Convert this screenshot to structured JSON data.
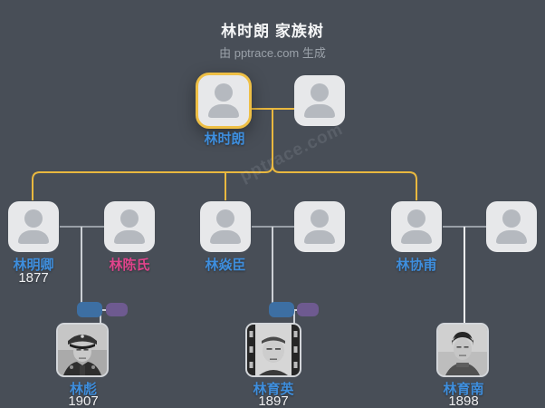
{
  "header": {
    "title": "林时朗 家族树",
    "subtitle": "由 pptrace.com 生成"
  },
  "watermark": "pptrace.com",
  "colors": {
    "bg": "#484e57",
    "accent-yellow": "#eebf45",
    "male-blue": "#3e8edd",
    "female-pink": "#e0448c"
  },
  "people": {
    "gen1": [
      {
        "name": "林时朗",
        "selected": true
      },
      {
        "name": ""
      }
    ],
    "gen2": [
      {
        "name": "林明卿",
        "year": "1877"
      },
      {
        "name": "林陈氏"
      },
      {
        "name": "林焱臣"
      },
      {
        "name": ""
      },
      {
        "name": "林协甫"
      },
      {
        "name": ""
      }
    ],
    "gen3": [
      {
        "name": "林彪",
        "year": "1907"
      },
      {
        "name": "林育英",
        "year": "1897"
      },
      {
        "name": "林育南",
        "year": "1898"
      }
    ]
  }
}
